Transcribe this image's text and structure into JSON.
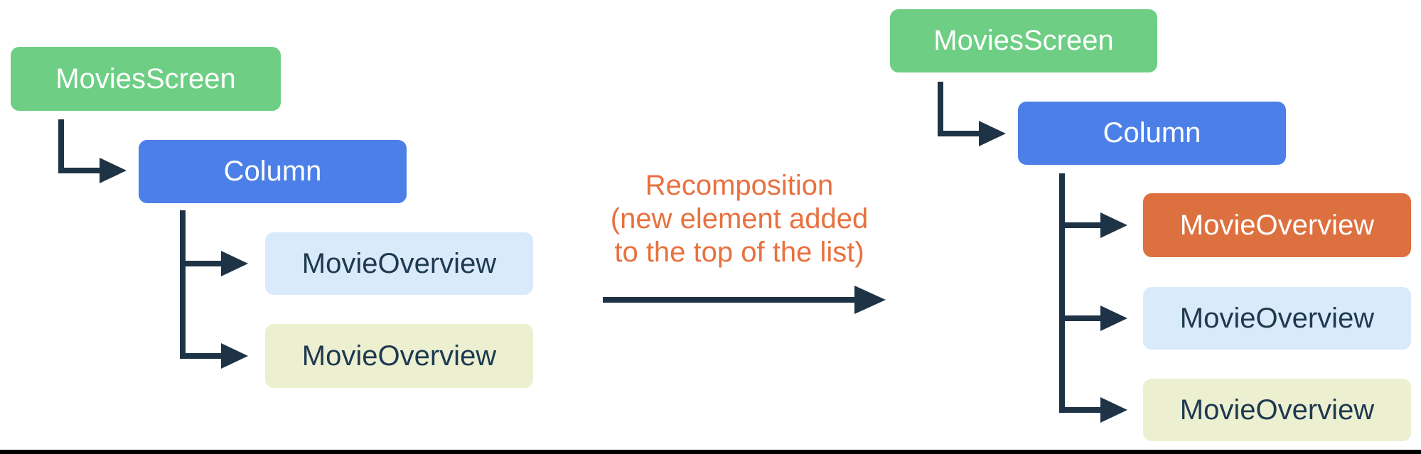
{
  "palette": {
    "green": "#6DCE84",
    "blue": "#4C80E8",
    "light_blue": "#D9EAFA",
    "pale_yellow": "#ECF0D1",
    "orange": "#DD703F",
    "connector_navy": "#1E3346",
    "caption_orange": "#E8713E"
  },
  "before_tree": {
    "root": {
      "label": "MoviesScreen"
    },
    "column": {
      "label": "Column"
    },
    "children": [
      {
        "label": "MovieOverview"
      },
      {
        "label": "MovieOverview"
      }
    ]
  },
  "transition": {
    "caption_lines": [
      "Recomposition",
      "(new element added",
      "to the top of the list)"
    ]
  },
  "after_tree": {
    "root": {
      "label": "MoviesScreen"
    },
    "column": {
      "label": "Column"
    },
    "children": [
      {
        "label": "MovieOverview"
      },
      {
        "label": "MovieOverview"
      },
      {
        "label": "MovieOverview"
      }
    ]
  }
}
